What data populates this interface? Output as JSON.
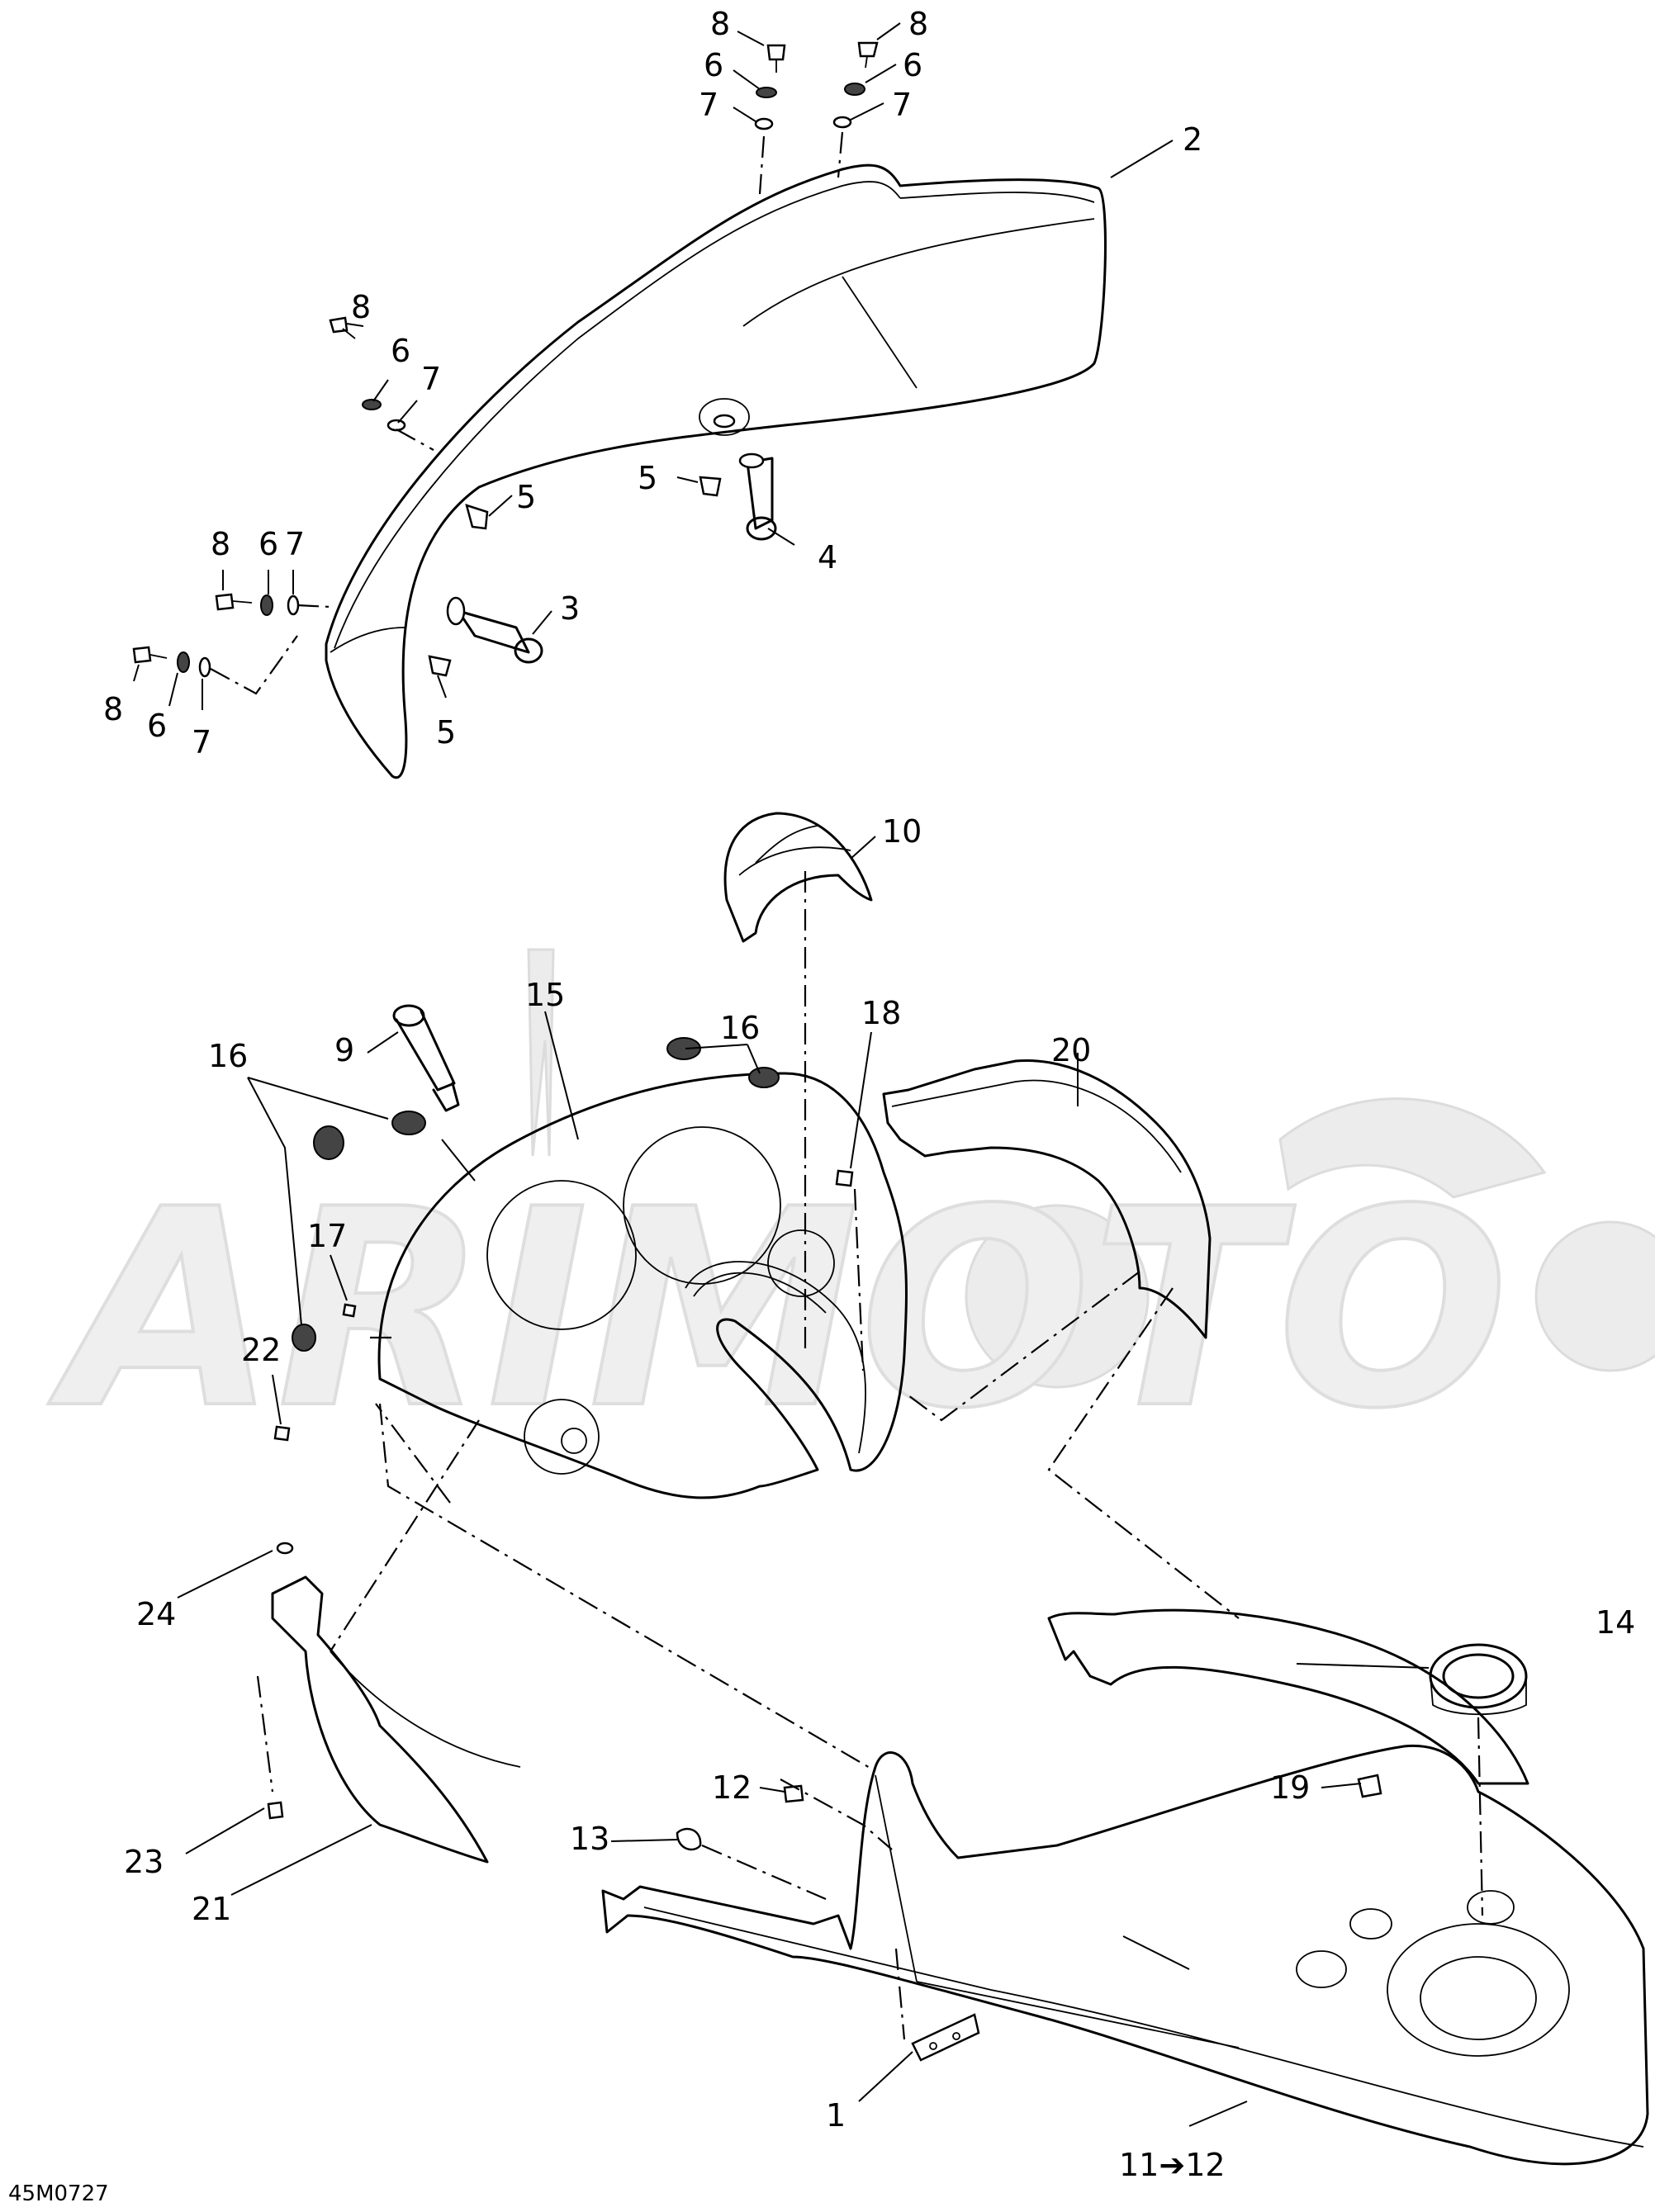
{
  "diagram": {
    "code": "45M0727",
    "watermark_text": "ARIMOTO",
    "callouts": {
      "c1": "1",
      "c2": "2",
      "c3": "3",
      "c4": "4",
      "c5a": "5",
      "c5b": "5",
      "c5c": "5",
      "c6a": "6",
      "c6b": "6",
      "c6c": "6",
      "c6d": "6",
      "c6e": "6",
      "c7a": "7",
      "c7b": "7",
      "c7c": "7",
      "c7d": "7",
      "c7e": "7",
      "c8a": "8",
      "c8b": "8",
      "c8c": "8",
      "c8d": "8",
      "c8e": "8",
      "c9": "9",
      "c10": "10",
      "c11": "11➔12",
      "c12": "12",
      "c13": "13",
      "c14": "14",
      "c15": "15",
      "c16a": "16",
      "c16b": "16",
      "c17": "17",
      "c18": "18",
      "c19": "19",
      "c20": "20",
      "c21": "21",
      "c22": "22",
      "c23": "23",
      "c24": "24"
    }
  }
}
